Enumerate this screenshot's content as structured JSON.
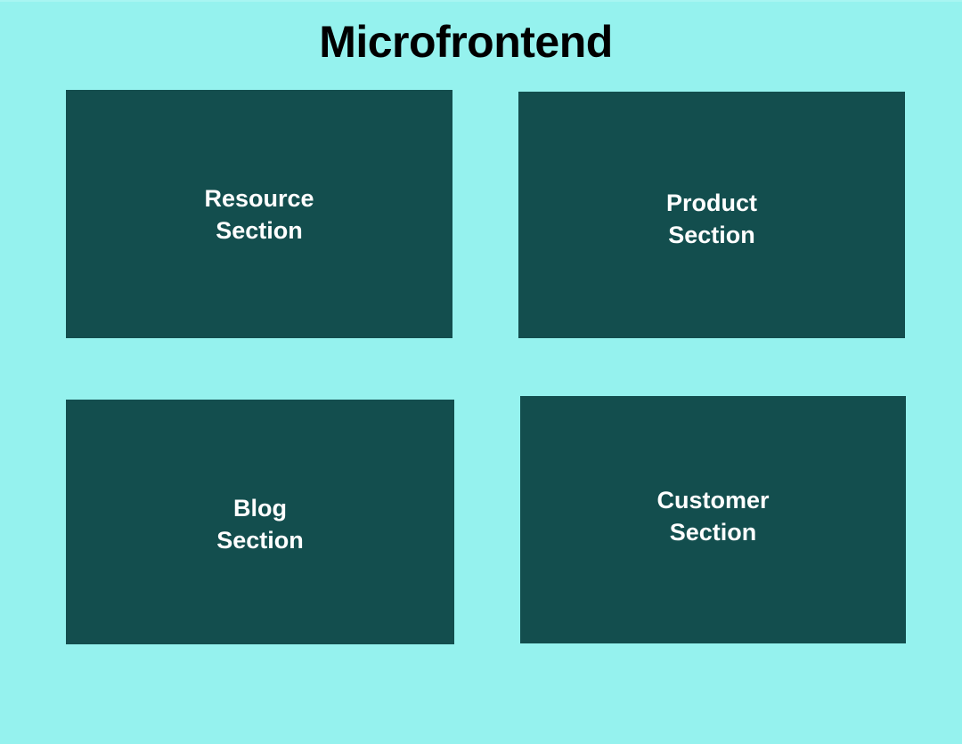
{
  "page": {
    "title": "Microfrontend",
    "background_color": "#95f2ee",
    "title_color": "#000000"
  },
  "cards": {
    "card_background_color": "#134e4e",
    "card_text_color": "#ffffff",
    "items": [
      {
        "id": "resource",
        "label": "Resource\nSection"
      },
      {
        "id": "product",
        "label": "Product\nSection"
      },
      {
        "id": "blog",
        "label": "Blog\nSection"
      },
      {
        "id": "customer",
        "label": "Customer\nSection"
      }
    ]
  }
}
